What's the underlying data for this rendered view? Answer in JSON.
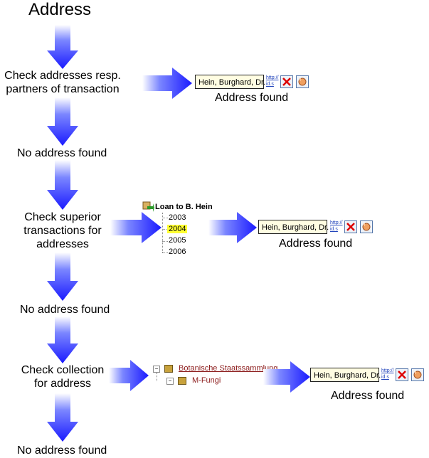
{
  "title": "Address",
  "steps": {
    "step1": [
      "Check  addresses resp.",
      "partners of transaction"
    ],
    "step2": [
      "Check  superior",
      "transactions for",
      "addresses"
    ],
    "step3": [
      "Check  collection",
      "for address"
    ]
  },
  "no_address_label": "No address found",
  "found": {
    "address_name": "Hein, Burghard, Dr.",
    "link_top": "http://",
    "link_bottom": "id.s",
    "label": "Address found"
  },
  "transaction_tree": {
    "root": "Loan to B. Hein",
    "years": [
      "2003",
      "2004",
      "2005",
      "2006"
    ],
    "selected_year": "2004"
  },
  "collection_tree": {
    "root": "Botanische Staatssammlung",
    "child": "M-Fungi"
  },
  "colors": {
    "arrow_dark": "#1a1aff",
    "arrow_light": "#ffffff",
    "highlight": "#ffff33",
    "address_box_bg": "#fffde2",
    "collection_link": "#8b1a1a",
    "delete_icon": "#dd0000"
  }
}
